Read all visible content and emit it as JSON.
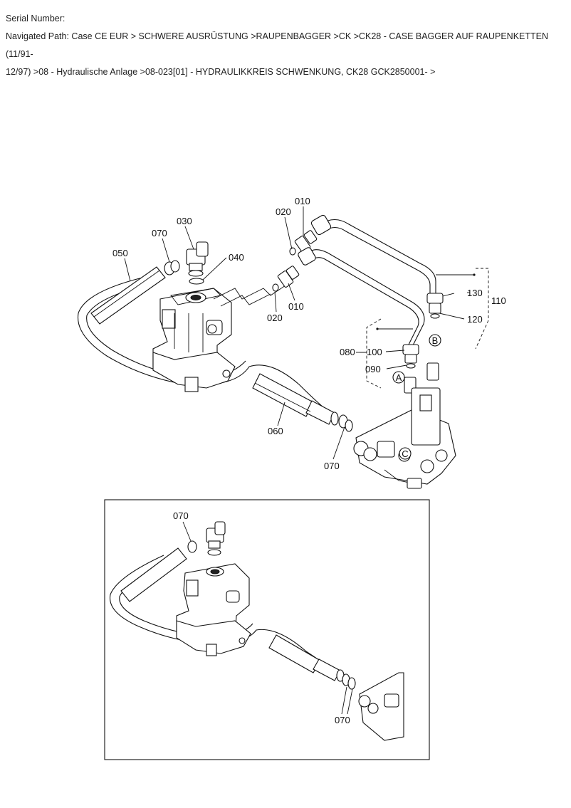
{
  "header": {
    "serial_label": "Serial Number:",
    "path_line1": "Navigated Path: Case CE EUR > SCHWERE AUSRÜSTUNG >RAUPENBAGGER >CK >CK28 - CASE BAGGER AUF RAUPENKETTEN (11/91-",
    "path_line2": "12/97) >08 - Hydraulische Anlage >08-023[01] - HYDRAULIKKREIS SCHWENKUNG, CK28 GCK2850001- >"
  },
  "labels": {
    "p010a": "010",
    "p020a": "020",
    "p030": "030",
    "p070a": "070",
    "p050": "050",
    "p040": "040",
    "p020b": "020",
    "p010b": "010",
    "p130": "130",
    "p110": "110",
    "p120": "120",
    "p080": "080",
    "p100": "100",
    "p090": "090",
    "p060": "060",
    "p070b": "070",
    "markA": "A",
    "markB": "B",
    "markC": "C",
    "inset070a": "070",
    "inset070b": "070"
  }
}
